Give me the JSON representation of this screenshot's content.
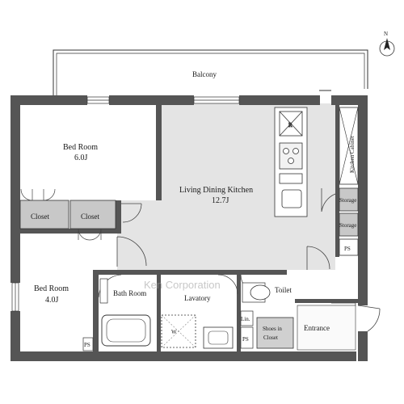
{
  "north_label": "N",
  "rooms": {
    "balcony": "Balcony",
    "bedroom1": {
      "name": "Bed Room",
      "size": "6.0J"
    },
    "bedroom2": {
      "name": "Bed Room",
      "size": "4.0J"
    },
    "ldk": {
      "name": "Living Dining Kitchen",
      "size": "12.7J"
    },
    "kitchen_cabinet": "Kitchen Cabinet",
    "closet_a": "Closet",
    "closet_b": "Closet",
    "storage_a": "Storage",
    "storage_b": "Storage",
    "ps_right": "PS",
    "bath_room": "Bath Room",
    "lavatory": "Lavatory",
    "toilet": "Toilet",
    "entrance": "Entrance",
    "shoes_in_closet": [
      "Shoes in",
      "Closet"
    ],
    "lin": "Lin.",
    "ps_bottom": "PS",
    "ps_left": "PS",
    "fridge": "R",
    "washer": "W"
  },
  "watermark": "Ken Corporation",
  "colors": {
    "wall": "#555555",
    "floor_ldk": "#e4e4e4",
    "storage_fill": "#c8c8c8",
    "line": "#333333"
  }
}
